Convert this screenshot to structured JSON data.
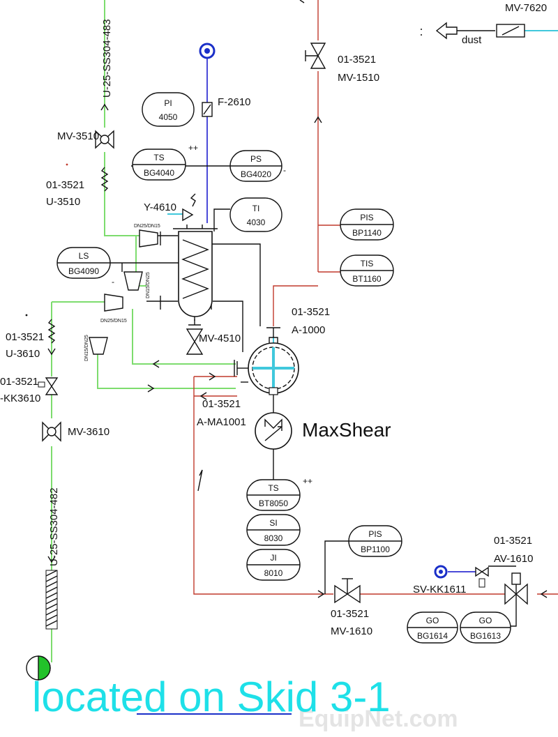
{
  "colors": {
    "green_line": "#7ddc6e",
    "red_line": "#c0392b",
    "blue_line": "#4a4ad8",
    "cyan_line": "#40c8dc",
    "cyan_text": "#1ee0e8",
    "signal_blue": "#1a2fc8",
    "indicator_green": "#22c22a"
  },
  "pipe_labels": {
    "pipe_top": "U-25-SS304-483",
    "pipe_bottom": "U-25-SS304-482"
  },
  "valves": {
    "mv_7620": "MV-7620",
    "mv_1510_code": "01-3521",
    "mv_1510": "MV-1510",
    "mv_3510": "MV-3510",
    "mv_4510": "MV-4510",
    "mv_3610": "MV-3610",
    "kk3610_code": "01-3521",
    "kk3610": "-KK3610",
    "mv_1610_code": "01-3521",
    "mv_1610": "MV-1610",
    "av_1610_code": "01-3521",
    "av_1610": "AV-1610",
    "sv_kk1611": "SV-KK1611",
    "y_4610": "Y-4610"
  },
  "equipment": {
    "dust": "dust",
    "filter": "F-2610",
    "u3510_code": "01-3521",
    "u3510": "U-3510",
    "u3610_code": "01-3521",
    "u3610": "U-3610",
    "a1000_code": "01-3521",
    "a1000": "A-1000",
    "ama1001_code": "01-3521",
    "ama1001": "A-MA1001",
    "maxshear": "MaxShear"
  },
  "reducers": {
    "r1": "DN25/DN15",
    "r2": "DN15/DN25",
    "r3": "DN25/DN15",
    "r4": "DN15/DN25"
  },
  "instruments": {
    "pi4050": {
      "top": "PI",
      "bottom": "4050"
    },
    "ts_bg4040": {
      "top": "TS",
      "bottom": "BG4040",
      "mark": "++"
    },
    "ps_bg4020": {
      "top": "PS",
      "bottom": "BG4020",
      "mark": "-"
    },
    "ti4030": {
      "top": "TI",
      "bottom": "4030"
    },
    "ls_bg4090": {
      "top": "LS",
      "bottom": "BG4090",
      "mark": "-"
    },
    "pis_bp1140": {
      "top": "PIS",
      "bottom": "BP1140"
    },
    "tis_bt1160": {
      "top": "TIS",
      "bottom": "BT1160"
    },
    "ts_bt8050": {
      "top": "TS",
      "bottom": "BT8050",
      "mark": "++"
    },
    "si8030": {
      "top": "SI",
      "bottom": "8030"
    },
    "ji8010": {
      "top": "JI",
      "bottom": "8010"
    },
    "pis_bp1100": {
      "top": "PIS",
      "bottom": "BP1100"
    },
    "go_bg1614": {
      "top": "GO",
      "bottom": "BG1614"
    },
    "go_bg1613": {
      "top": "GO",
      "bottom": "BG1613"
    }
  },
  "footer": {
    "skid_text": "located on Skid 3-1",
    "watermark": "EquipNet.com"
  }
}
